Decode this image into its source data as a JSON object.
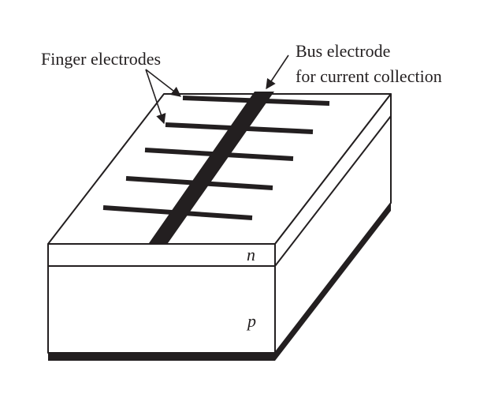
{
  "diagram": {
    "labels": {
      "finger_electrodes": "Finger electrodes",
      "bus_electrode_line1": "Bus electrode",
      "bus_electrode_line2": "for current collection",
      "n_layer": "n",
      "p_layer": "p"
    },
    "colors": {
      "ink": "#231f20",
      "background": "#ffffff"
    }
  }
}
